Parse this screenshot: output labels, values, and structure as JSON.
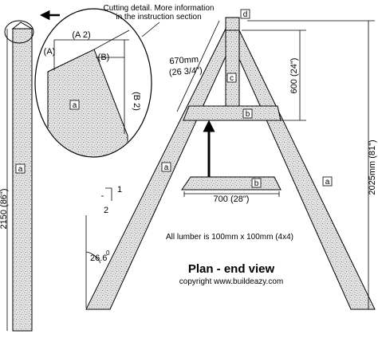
{
  "title": "Plan - end view",
  "copyright": "copyright www.buildeazy.com",
  "note_lumber": "All lumber is 100mm x 100mm (4x4)",
  "callout_cutting": [
    "Cutting detail. More information",
    "in the instruction section"
  ],
  "dimensions": {
    "leg_length_mm": "2150 (86\")",
    "top_slant": [
      "670mm",
      "(26 3/4\")"
    ],
    "upper_height": "600 (24\")",
    "total_height": "2025mm (81\")",
    "crossbar": "700 (28\")",
    "angle": "26.6",
    "angle_unit": "0",
    "slope_rise": "1",
    "slope_run": "2"
  },
  "detail_labels": {
    "a2": "(A 2)",
    "a": "(A)",
    "b": "(B)",
    "b2": "(B 2)"
  },
  "part_labels": {
    "a": "a",
    "b": "b",
    "c": "c",
    "d": "d"
  },
  "colors": {
    "wood_fill": "#d9d9d9",
    "speckle": "#555555",
    "line": "#000000"
  }
}
